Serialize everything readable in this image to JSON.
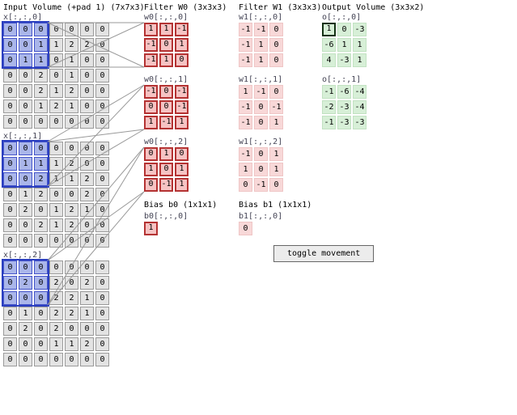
{
  "titles": {
    "input": "Input Volume (+pad 1) (7x7x3)",
    "filter_w0": "Filter W0 (3x3x3)",
    "filter_w1": "Filter W1 (3x3x3)",
    "output": "Output Volume (3x3x2)",
    "bias_b0": "Bias b0 (1x1x1)",
    "bias_b1": "Bias b1 (1x1x1)"
  },
  "input": {
    "slices": [
      {
        "label": "x[:,:,0]",
        "cells": [
          [
            0,
            0,
            0,
            0,
            0,
            0,
            0
          ],
          [
            0,
            0,
            1,
            1,
            2,
            2,
            0
          ],
          [
            0,
            1,
            1,
            0,
            1,
            0,
            0
          ],
          [
            0,
            0,
            2,
            0,
            1,
            0,
            0
          ],
          [
            0,
            0,
            2,
            1,
            2,
            0,
            0
          ],
          [
            0,
            0,
            1,
            2,
            1,
            0,
            0
          ],
          [
            0,
            0,
            0,
            0,
            0,
            0,
            0
          ]
        ],
        "highlight": {
          "r": 0,
          "c": 0,
          "size": 3
        }
      },
      {
        "label": "x[:,:,1]",
        "cells": [
          [
            0,
            0,
            0,
            0,
            0,
            0,
            0
          ],
          [
            0,
            1,
            1,
            1,
            2,
            0,
            0
          ],
          [
            0,
            0,
            2,
            1,
            1,
            2,
            0
          ],
          [
            0,
            1,
            2,
            0,
            0,
            2,
            0
          ],
          [
            0,
            2,
            0,
            1,
            2,
            1,
            0
          ],
          [
            0,
            0,
            2,
            1,
            2,
            0,
            0
          ],
          [
            0,
            0,
            0,
            0,
            0,
            0,
            0
          ]
        ],
        "highlight": {
          "r": 0,
          "c": 0,
          "size": 3
        }
      },
      {
        "label": "x[:,:,2]",
        "cells": [
          [
            0,
            0,
            0,
            0,
            0,
            0,
            0
          ],
          [
            0,
            2,
            0,
            2,
            0,
            2,
            0
          ],
          [
            0,
            0,
            0,
            2,
            2,
            1,
            0
          ],
          [
            0,
            1,
            0,
            2,
            2,
            1,
            0
          ],
          [
            0,
            2,
            0,
            2,
            0,
            0,
            0
          ],
          [
            0,
            0,
            0,
            1,
            1,
            2,
            0
          ],
          [
            0,
            0,
            0,
            0,
            0,
            0,
            0
          ]
        ],
        "highlight": {
          "r": 0,
          "c": 0,
          "size": 3
        }
      }
    ]
  },
  "filter_w0": {
    "slices": [
      {
        "label": "w0[:,:,0]",
        "cells": [
          [
            1,
            1,
            -1
          ],
          [
            -1,
            0,
            1
          ],
          [
            -1,
            1,
            0
          ]
        ]
      },
      {
        "label": "w0[:,:,1]",
        "cells": [
          [
            -1,
            0,
            -1
          ],
          [
            0,
            0,
            -1
          ],
          [
            1,
            -1,
            1
          ]
        ]
      },
      {
        "label": "w0[:,:,2]",
        "cells": [
          [
            0,
            1,
            0
          ],
          [
            1,
            0,
            1
          ],
          [
            0,
            -1,
            1
          ]
        ]
      }
    ]
  },
  "filter_w1": {
    "slices": [
      {
        "label": "w1[:,:,0]",
        "cells": [
          [
            -1,
            -1,
            0
          ],
          [
            -1,
            1,
            0
          ],
          [
            -1,
            1,
            0
          ]
        ]
      },
      {
        "label": "w1[:,:,1]",
        "cells": [
          [
            1,
            -1,
            0
          ],
          [
            -1,
            0,
            -1
          ],
          [
            -1,
            0,
            1
          ]
        ]
      },
      {
        "label": "w1[:,:,2]",
        "cells": [
          [
            -1,
            0,
            1
          ],
          [
            1,
            0,
            1
          ],
          [
            0,
            -1,
            0
          ]
        ]
      }
    ]
  },
  "output": {
    "slices": [
      {
        "label": "o[:,:,0]",
        "cells": [
          [
            1,
            0,
            -3
          ],
          [
            -6,
            1,
            1
          ],
          [
            4,
            -3,
            1
          ]
        ],
        "active": {
          "r": 0,
          "c": 0
        }
      },
      {
        "label": "o[:,:,1]",
        "cells": [
          [
            -1,
            -6,
            -4
          ],
          [
            -2,
            -3,
            -4
          ],
          [
            -1,
            -3,
            -3
          ]
        ]
      }
    ]
  },
  "bias_b0": {
    "label": "b0[:,:,0]",
    "value": "1"
  },
  "bias_b1": {
    "label": "b1[:,:,0]",
    "value": "0"
  },
  "controls": {
    "toggle_button": "toggle movement"
  },
  "colors": {
    "input_cell": "#e3e3e3",
    "input_highlight": "#aab6ea",
    "highlight_border": "#2b3fc0",
    "w0_cell": "#f6c3c3",
    "w0_border": "#b43333",
    "w1_cell": "#f8d8d8",
    "output_cell": "#d7efd7",
    "output_active_border": "#143214",
    "connection_line": "#999999"
  }
}
